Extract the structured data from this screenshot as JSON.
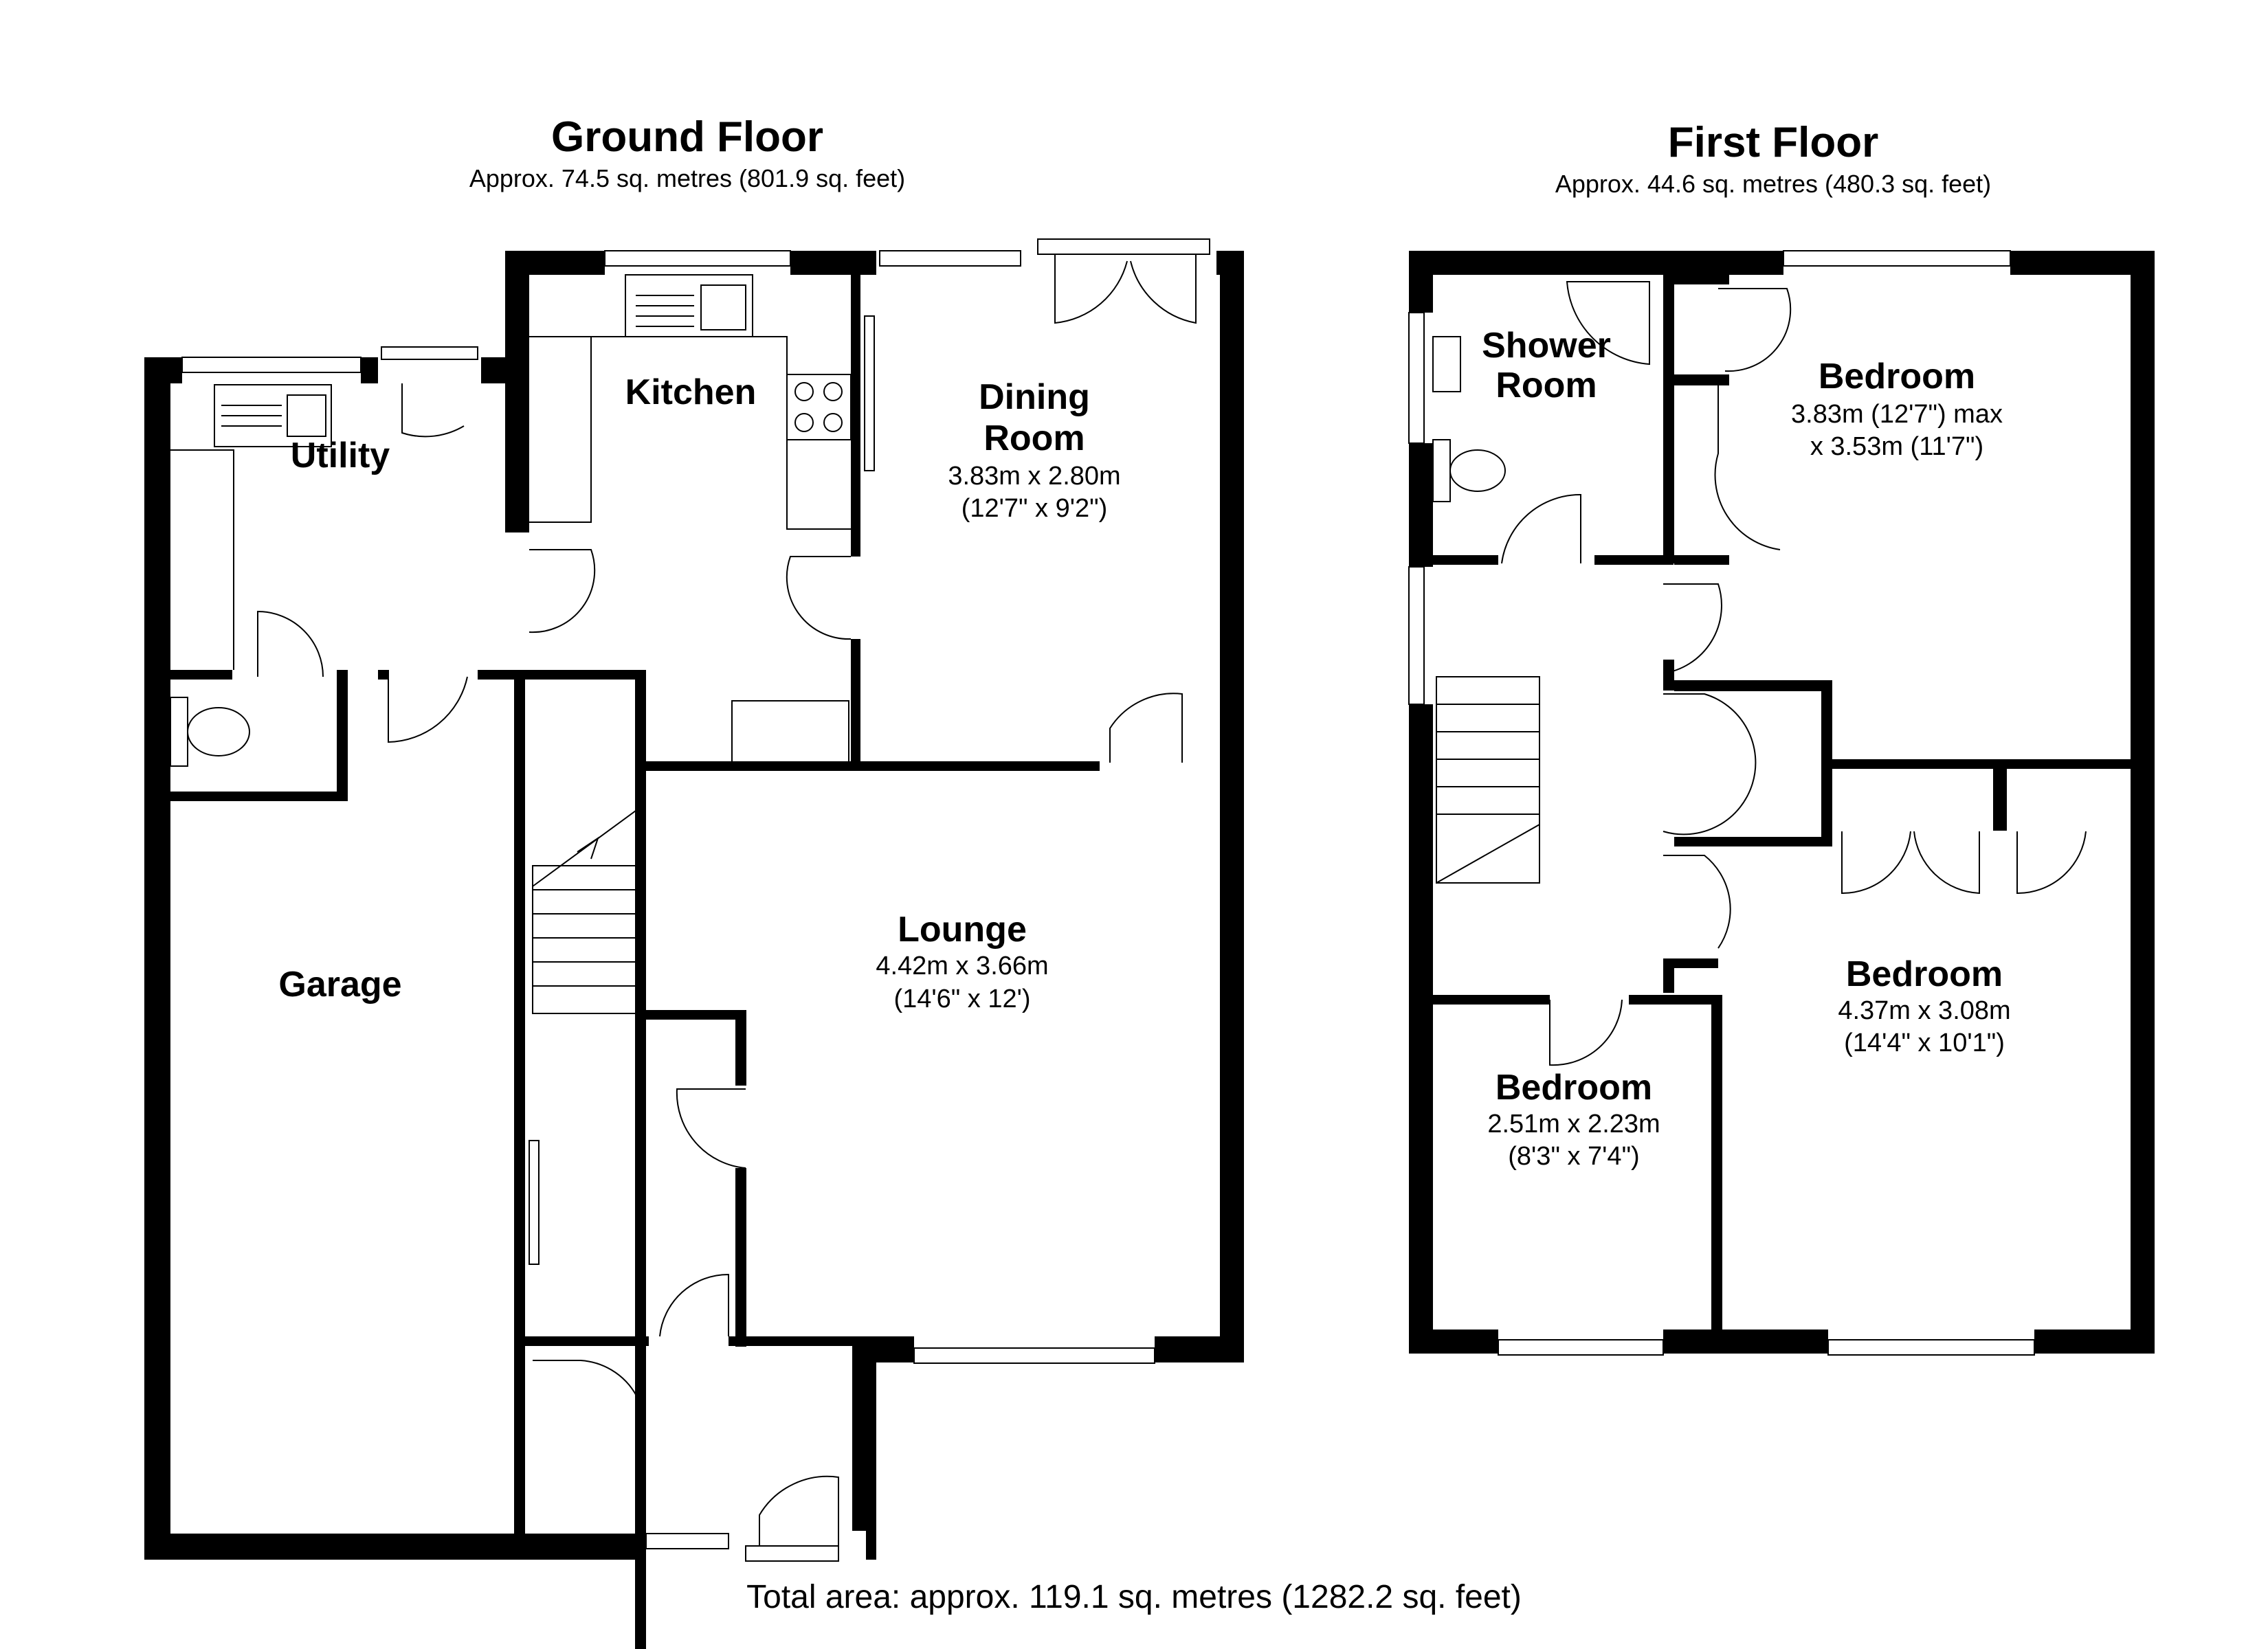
{
  "ground_floor": {
    "title": "Ground Floor",
    "area": "Approx. 74.5 sq. metres (801.9 sq. feet)",
    "rooms": {
      "utility": {
        "name": "Utility"
      },
      "kitchen": {
        "name": "Kitchen"
      },
      "dining": {
        "name_line1": "Dining",
        "name_line2": "Room",
        "dim_metric": "3.83m x 2.80m",
        "dim_imperial": "(12'7\" x 9'2\")"
      },
      "lounge": {
        "name": "Lounge",
        "dim_metric": "4.42m x 3.66m",
        "dim_imperial": "(14'6\" x 12')"
      },
      "garage": {
        "name": "Garage"
      }
    }
  },
  "first_floor": {
    "title": "First Floor",
    "area": "Approx. 44.6 sq. metres (480.3 sq. feet)",
    "rooms": {
      "shower": {
        "name_line1": "Shower",
        "name_line2": "Room"
      },
      "bedroom_1": {
        "name": "Bedroom",
        "dim_metric": "3.83m (12'7\") max",
        "dim_imperial": "x 3.53m (11'7\")"
      },
      "bedroom_2": {
        "name": "Bedroom",
        "dim_metric": "4.37m x 3.08m",
        "dim_imperial": "(14'4\" x 10'1\")"
      },
      "bedroom_3": {
        "name": "Bedroom",
        "dim_metric": "2.51m x 2.23m",
        "dim_imperial": "(8'3\" x 7'4\")"
      }
    }
  },
  "total_area": "Total area: approx. 119.1 sq. metres (1282.2 sq. feet)"
}
